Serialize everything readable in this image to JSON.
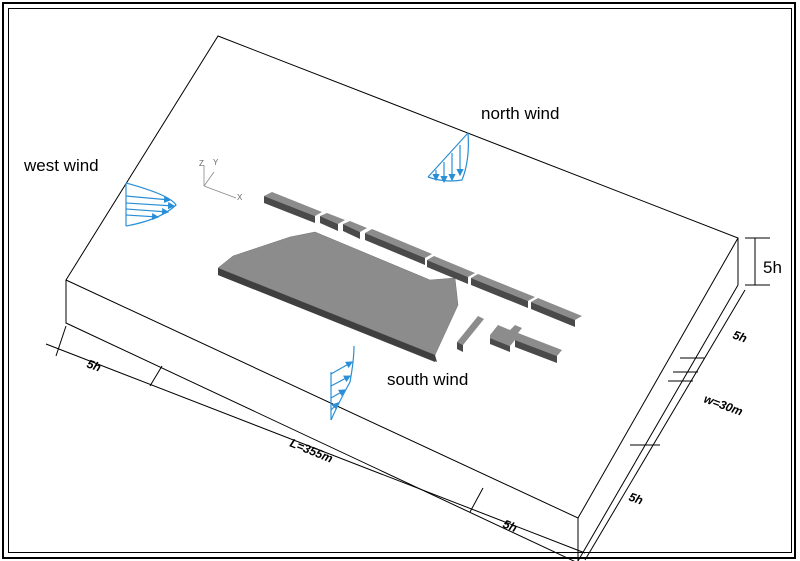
{
  "labels": {
    "north_wind": "north wind",
    "west_wind": "west wind",
    "south_wind": "south wind"
  },
  "dimensions": {
    "left_5h": "5h",
    "length": "L=355m",
    "bottom_5h": "5h",
    "height_5h": "5h",
    "right_upper_5h": "5h",
    "width": "w=30m",
    "right_lower_5h": "5h"
  },
  "axes": {
    "z": "Z",
    "y": "Y",
    "x": "X"
  },
  "colors": {
    "wind_profile": "#2a8fd6",
    "building_top": "#8c8c8c",
    "building_side": "#4a4a4a",
    "outline": "#000000"
  }
}
